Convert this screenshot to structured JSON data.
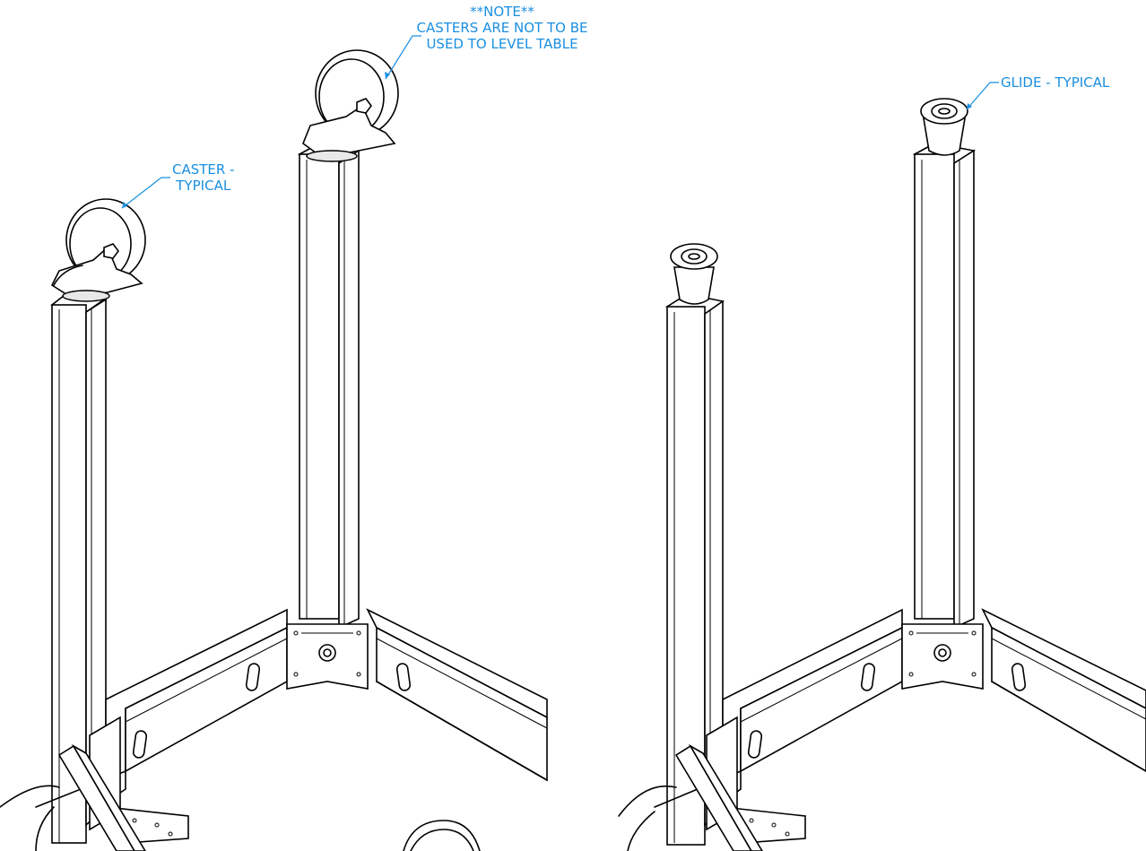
{
  "callouts": {
    "note_line1": "**NOTE**",
    "note_line2": "CASTERS ARE NOT TO BE",
    "note_line3": "USED TO LEVEL TABLE",
    "caster_line1": "CASTER -",
    "caster_line2": "TYPICAL",
    "glide": "GLIDE - TYPICAL"
  },
  "colors": {
    "callout_text": "#1a8fe0",
    "line_work": "#000000",
    "background": "#ffffff"
  }
}
